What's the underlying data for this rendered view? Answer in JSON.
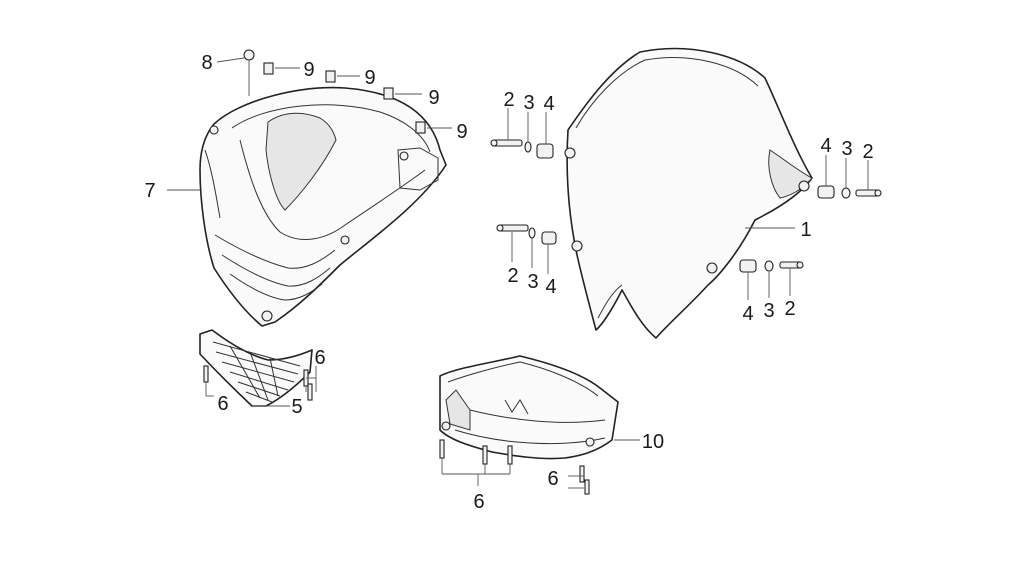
{
  "diagram": {
    "callouts": [
      "1",
      "2",
      "2",
      "2",
      "2",
      "3",
      "3",
      "3",
      "3",
      "4",
      "4",
      "4",
      "4",
      "5",
      "6",
      "6",
      "6",
      "6",
      "7",
      "8",
      "9",
      "9",
      "9",
      "9",
      "10"
    ]
  }
}
